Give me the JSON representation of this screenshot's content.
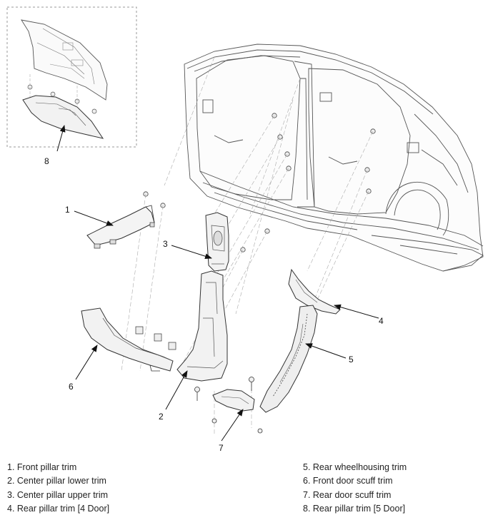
{
  "callouts": {
    "c1": "1",
    "c2": "2",
    "c3": "3",
    "c4": "4",
    "c5": "5",
    "c6": "6",
    "c7": "7",
    "c8": "8"
  },
  "legend": {
    "left": [
      "1. Front pillar trim",
      "2. Center pillar lower trim",
      "3. Center pillar upper trim",
      "4. Rear pillar trim [4 Door]"
    ],
    "right": [
      "5. Rear wheelhousing trim",
      "6. Front door scuff trim",
      "7. Rear door scuff trim",
      "8. Rear pillar trim [5 Door]"
    ]
  }
}
